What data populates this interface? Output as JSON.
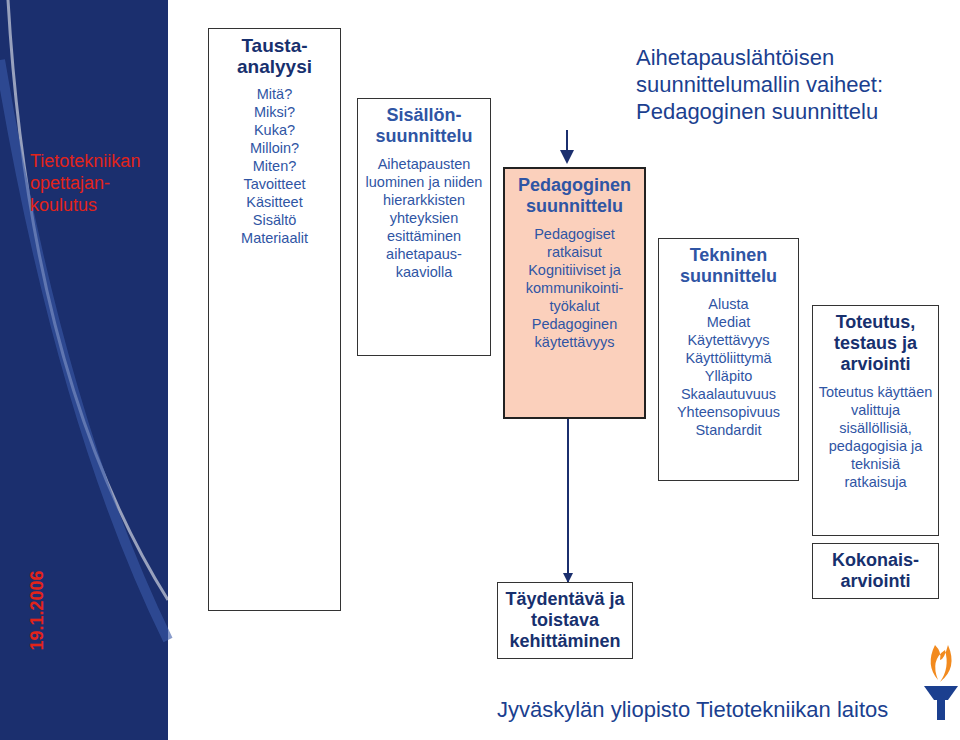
{
  "diagram": {
    "title": "Aihetapauslähtöisen suunnittelumallin vaiheet: Pedagoginen suunnittelu",
    "nodes": [
      {
        "text": [
          "Tausta-analyysi",
          "Mitä?",
          "Miksi?",
          "Kuka?",
          "Milloin?",
          "Miten?",
          "Tavoitteet",
          "Käsitteet",
          "Sisältö",
          "Materiaalit"
        ]
      },
      {
        "text": [
          "Sisällön-suunnittelu",
          "Aihetapausten luominen ja niiden hierarkkisten yhteyksien esittäminen aihetapaus-kaaviolla"
        ]
      },
      {
        "text": [
          "Pedagoginen suunnittelu",
          "Pedagogiset ratkaisut",
          "Kognitiiviset ja kommunikointi-työkalut",
          "Pedagoginen käytettävyys"
        ]
      },
      {
        "text": [
          "Tekninen suunnittelu",
          "Alusta",
          "Mediat",
          "Käytettävyys",
          "Käyttöliittymä",
          "Ylläpito",
          "Skaalautuvuus",
          "Yhteensopivuus",
          "Standardit"
        ]
      },
      {
        "text": [
          "Toteutus, testaus ja arviointi",
          "Toteutus käyttäen valittuja sisällöllisiä, pedagogisia ja teknisiä ratkaisuja"
        ]
      },
      {
        "text": [
          "Täydentävä ja toistava kehittäminen"
        ]
      },
      {
        "text": [
          "Kokonais-arviointi"
        ]
      }
    ],
    "edges": [
      {
        "from": 2,
        "to": 5,
        "arrow": "to"
      }
    ],
    "labels": [
      "Tietotekniikan opettajan-koulutus",
      "19.1.2006",
      "Jyväskylän yliopisto Tietotekniikan laitos"
    ]
  }
}
